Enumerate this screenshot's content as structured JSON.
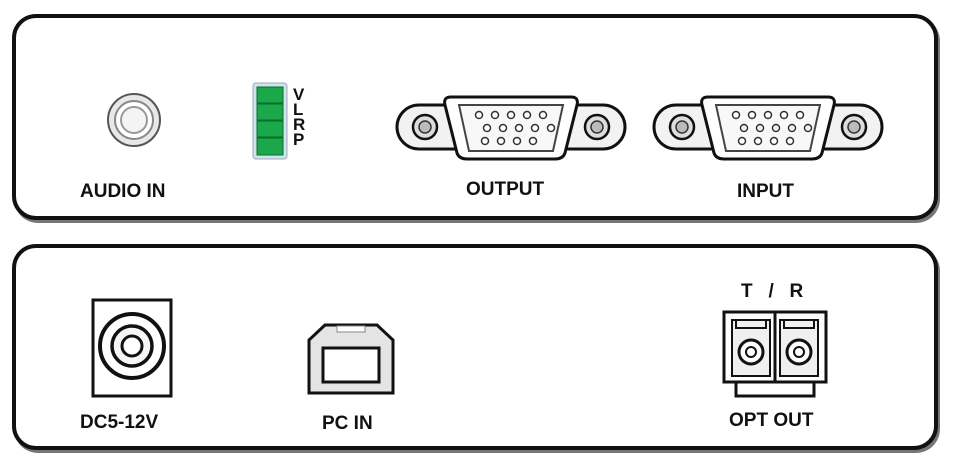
{
  "top_panel": {
    "audio_in_label": "AUDIO IN",
    "indicator_letters": [
      "V",
      "L",
      "R",
      "P"
    ],
    "output_label": "OUTPUT",
    "input_label": "INPUT"
  },
  "bottom_panel": {
    "power_label": "DC5-12V",
    "pc_in_label": "PC IN",
    "tr_label": "T   /   R",
    "opt_out_label": "OPT OUT"
  },
  "colors": {
    "led_green": "#1aa84a",
    "outline": "#111111",
    "metal": "#cfcfcf"
  },
  "icons": {
    "audio_jack": "audio-jack-icon",
    "led_stack": "led-indicator-icon",
    "vga_output": "vga-connector-icon",
    "vga_input": "vga-connector-icon",
    "dc_jack": "dc-power-jack-icon",
    "usb_b": "usb-b-port-icon",
    "fiber_duplex": "fiber-duplex-port-icon"
  }
}
